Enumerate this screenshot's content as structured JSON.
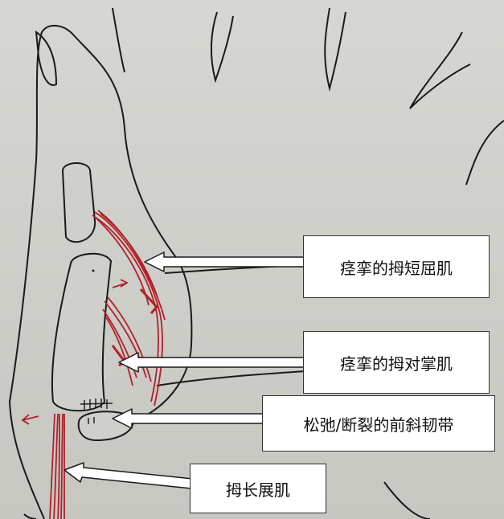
{
  "labels": {
    "spastic_fpb": "痉挛的拇短屈肌",
    "spastic_op": "痉挛的拇对掌肌",
    "loose_ligament": "松弛/断裂的前斜韧带",
    "apl": "拇长展肌"
  },
  "colors": {
    "paper": "#cfd0cb",
    "ink": "#1a1a1a",
    "muscle_red": "#b3202a",
    "label_bg": "#ffffff"
  },
  "icons": [
    "arrow-left-icon"
  ]
}
